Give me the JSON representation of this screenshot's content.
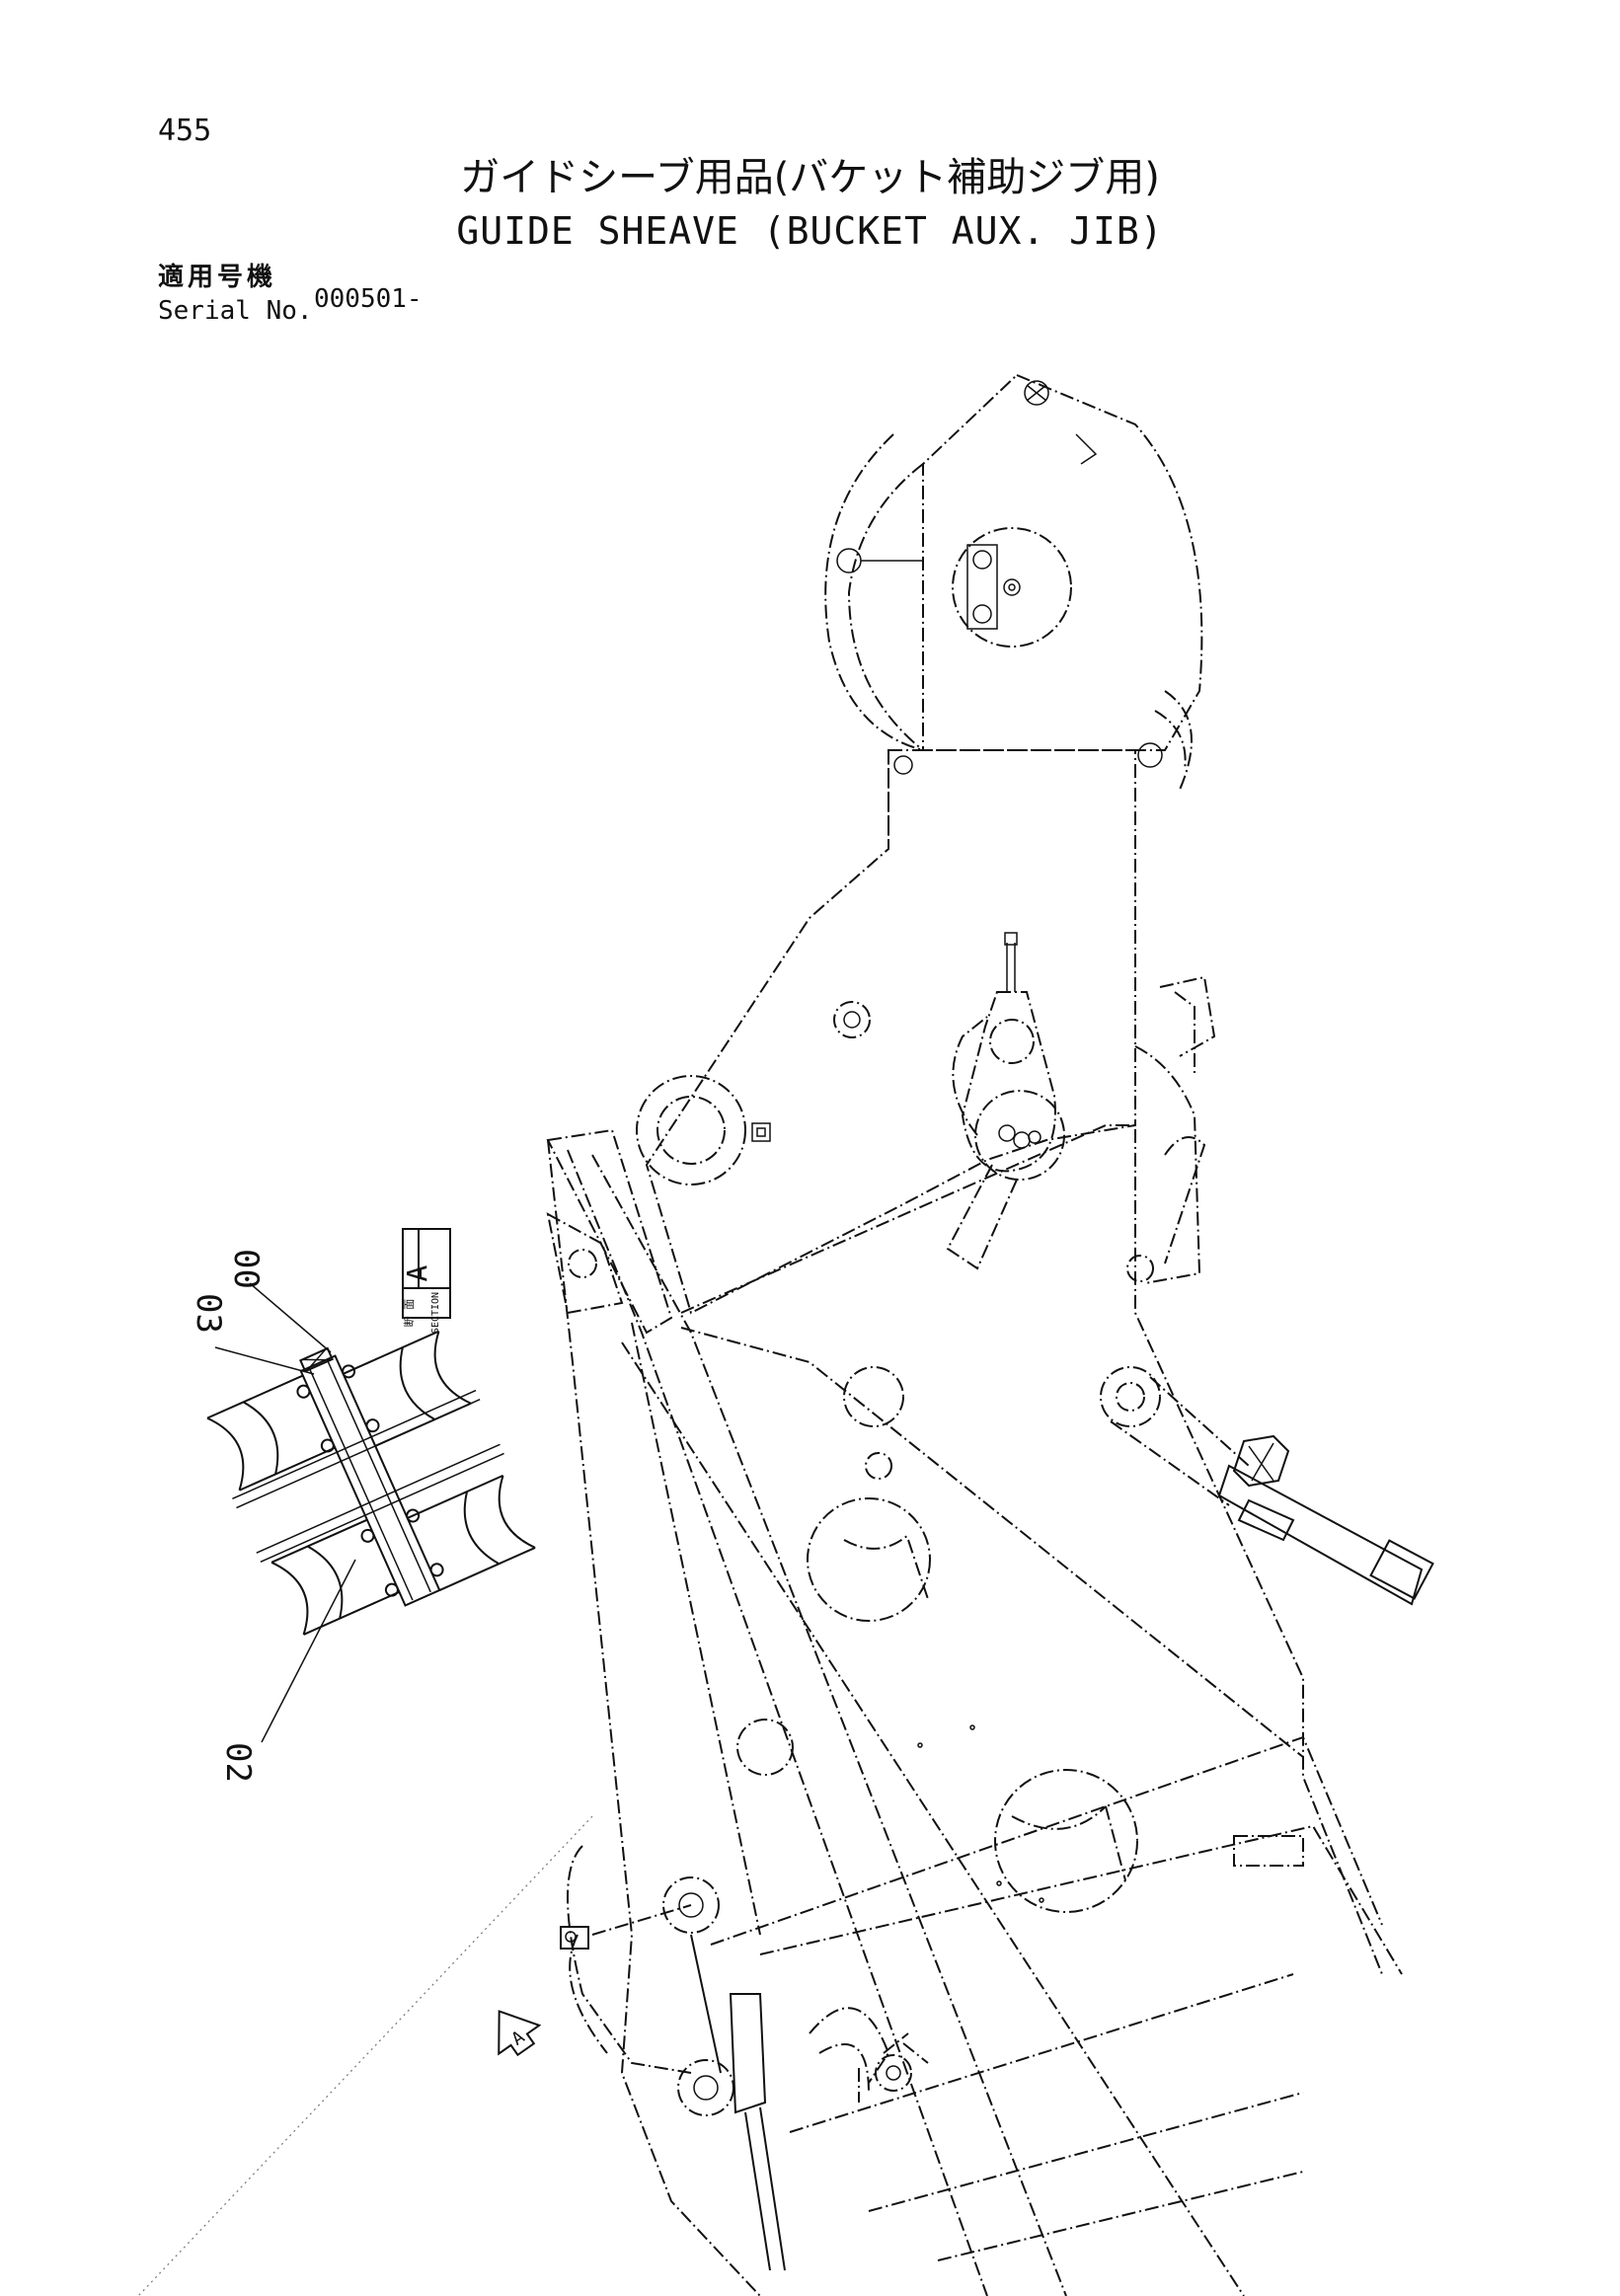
{
  "page_number": "455",
  "title_jp": "ガイドシーブ用品(バケット補助ジブ用)",
  "title_en": "GUIDE SHEAVE (BUCKET AUX. JIB)",
  "serial": {
    "label_jp": "適用号機",
    "label_en": "Serial No.",
    "value": "000501-"
  },
  "section_label": {
    "jp": "断 面",
    "en": "SECTION",
    "letter": "A"
  },
  "view_marker": "A",
  "callouts": [
    "00",
    "03",
    "02"
  ]
}
